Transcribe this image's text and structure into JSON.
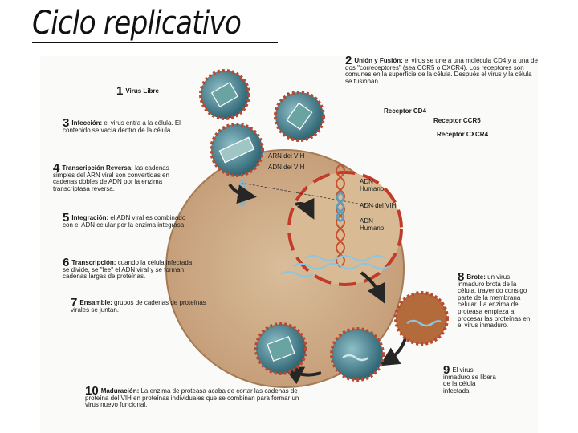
{
  "title": "Ciclo replicativo",
  "colors": {
    "cell": "#cdac88",
    "nucleus": "#d6b791",
    "nucleus_ring": "#c23a2a",
    "virus_core": "#4e8a98",
    "virus_ring": "#b8482f",
    "arrow": "#262626"
  },
  "steps": [
    {
      "num": "1",
      "head": "Virus Libre",
      "text": ""
    },
    {
      "num": "2",
      "head": "Unión y Fusión:",
      "text": "el virus se une a una molécula CD4 y a una de dos \"correceptores\" (sea CCR5 o CXCR4). Los receptores son comunes en la superficie de la célula. Después el virus y la célula se fusionan."
    },
    {
      "num": "3",
      "head": "Infección:",
      "text": "el virus entra a la célula. El contenido se vacía dentro de la célula."
    },
    {
      "num": "4",
      "head": "Transcripción Reversa:",
      "text": "las cadenas simples del ARN viral son convertidas en cadenas dobles de ADN por la enzima transcriptasa reversa."
    },
    {
      "num": "5",
      "head": "Integración:",
      "text": "el ADN viral es combinado con el ADN celular por la enzima integrasa."
    },
    {
      "num": "6",
      "head": "Transcripción:",
      "text": "cuando la célula infectada se divide, se \"lee\" el ADN viral y se forman cadenas largas de proteínas."
    },
    {
      "num": "7",
      "head": "Ensamble:",
      "text": "grupos de cadenas de proteínas virales se juntan."
    },
    {
      "num": "8",
      "head": "Brote:",
      "text": "un virus inmaduro brota de la célula, trayendo consigo parte de la membrana celular. La enzima de proteasa empieza a procesar las proteínas en el virus inmaduro."
    },
    {
      "num": "9",
      "head": "",
      "text": "El virus inmaduro se libera de la célula infectada"
    },
    {
      "num": "10",
      "head": "Maduración:",
      "text": "La enzima de proteasa acaba de cortar las cadenas de proteína del VIH en proteínas individuales que se combinan para formar un virus nuevo funcional."
    }
  ],
  "labels": {
    "receptor_cd4": "Receptor CD4",
    "receptor_ccr5": "Receptor CCR5",
    "receptor_cxcr4": "Receptor CXCR4",
    "arn_vih": "ARN del VIH",
    "adn_vih_top": "ADN del VIH",
    "adn_humano_top": "ADN Humano",
    "adn_vih_mid": "ADN del VIH",
    "adn_humano_bottom": "ADN Humano"
  }
}
